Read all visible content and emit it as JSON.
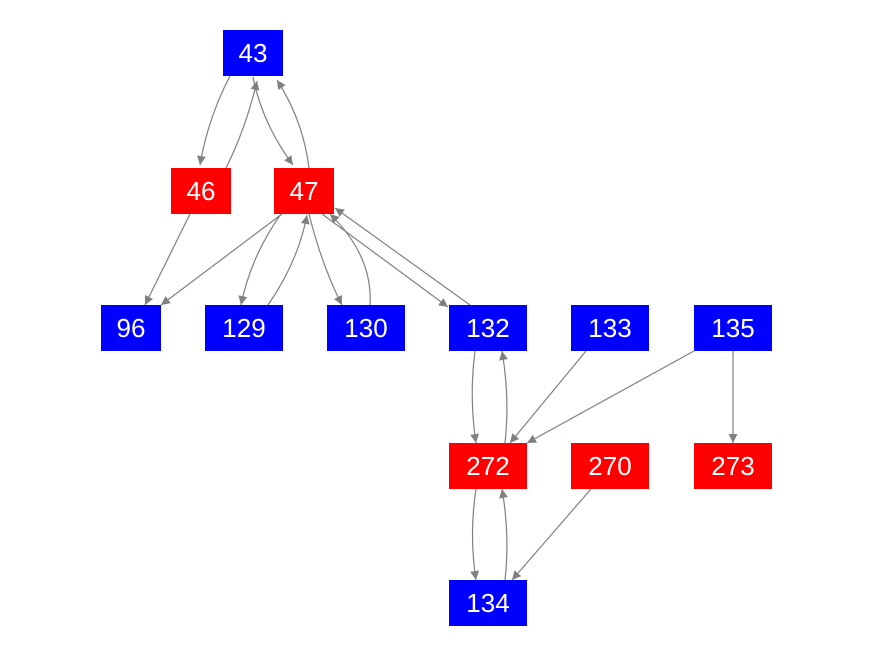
{
  "colors": {
    "blue": "#0000ff",
    "red": "#ff0000",
    "edge": "#808080",
    "label": "#ffffff"
  },
  "nodes": [
    {
      "id": "43",
      "label": "43",
      "color": "blue"
    },
    {
      "id": "46",
      "label": "46",
      "color": "red"
    },
    {
      "id": "47",
      "label": "47",
      "color": "red"
    },
    {
      "id": "96",
      "label": "96",
      "color": "blue"
    },
    {
      "id": "129",
      "label": "129",
      "color": "blue"
    },
    {
      "id": "130",
      "label": "130",
      "color": "blue"
    },
    {
      "id": "132",
      "label": "132",
      "color": "blue"
    },
    {
      "id": "133",
      "label": "133",
      "color": "blue"
    },
    {
      "id": "135",
      "label": "135",
      "color": "blue"
    },
    {
      "id": "272",
      "label": "272",
      "color": "red"
    },
    {
      "id": "270",
      "label": "270",
      "color": "red"
    },
    {
      "id": "273",
      "label": "273",
      "color": "red"
    },
    {
      "id": "134",
      "label": "134",
      "color": "blue"
    }
  ],
  "edges": [
    {
      "from": "43",
      "to": "46"
    },
    {
      "from": "46",
      "to": "43"
    },
    {
      "from": "43",
      "to": "47"
    },
    {
      "from": "47",
      "to": "43"
    },
    {
      "from": "46",
      "to": "96"
    },
    {
      "from": "47",
      "to": "96"
    },
    {
      "from": "47",
      "to": "129"
    },
    {
      "from": "129",
      "to": "47"
    },
    {
      "from": "47",
      "to": "130"
    },
    {
      "from": "130",
      "to": "47"
    },
    {
      "from": "47",
      "to": "132"
    },
    {
      "from": "132",
      "to": "47"
    },
    {
      "from": "132",
      "to": "272"
    },
    {
      "from": "272",
      "to": "132"
    },
    {
      "from": "133",
      "to": "272"
    },
    {
      "from": "135",
      "to": "272"
    },
    {
      "from": "135",
      "to": "273"
    },
    {
      "from": "272",
      "to": "134"
    },
    {
      "from": "134",
      "to": "272"
    },
    {
      "from": "270",
      "to": "134"
    }
  ]
}
